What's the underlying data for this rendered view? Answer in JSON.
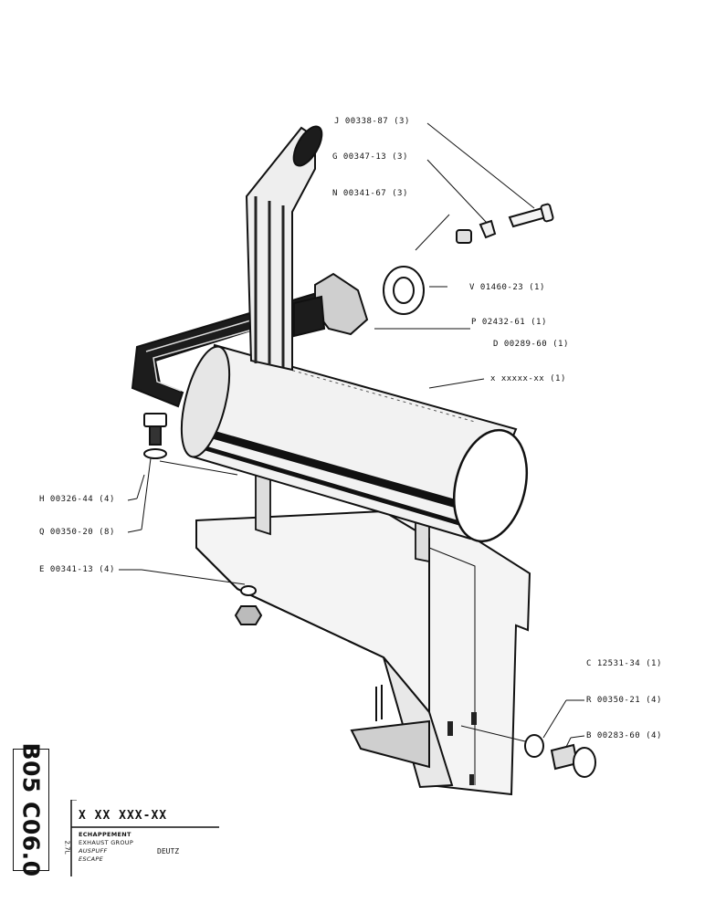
{
  "callouts": [
    {
      "id": "J",
      "text": "J 00338-87 (3)"
    },
    {
      "id": "G",
      "text": "G 00347-13 (3)"
    },
    {
      "id": "N",
      "text": "N 00341-67 (3)"
    },
    {
      "id": "V",
      "text": "V 01460-23 (1)"
    },
    {
      "id": "P",
      "text": "P 02432-61 (1)"
    },
    {
      "id": "D",
      "text": "D 00289-60 (1)"
    },
    {
      "id": "X",
      "text": "x xxxxx-xx (1)"
    },
    {
      "id": "H",
      "text": "H 00326-44 (4)"
    },
    {
      "id": "Q",
      "text": "Q 00350-20 (8)"
    },
    {
      "id": "E",
      "text": "E 00341-13 (4)"
    },
    {
      "id": "C",
      "text": "C 12531-34 (1)"
    },
    {
      "id": "R",
      "text": "R 00350-21 (4)"
    },
    {
      "id": "B",
      "text": "B 00283-60 (4)"
    }
  ],
  "side_code": "B05 C06.0",
  "title_block": {
    "ref": "X XX  XXX-XX",
    "lines": [
      "ECHAPPEMENT",
      "EXHAUST GROUP",
      "AUSPUFF",
      "ESCAPE"
    ],
    "sub": "DEUTZ",
    "version": "2.7L"
  }
}
